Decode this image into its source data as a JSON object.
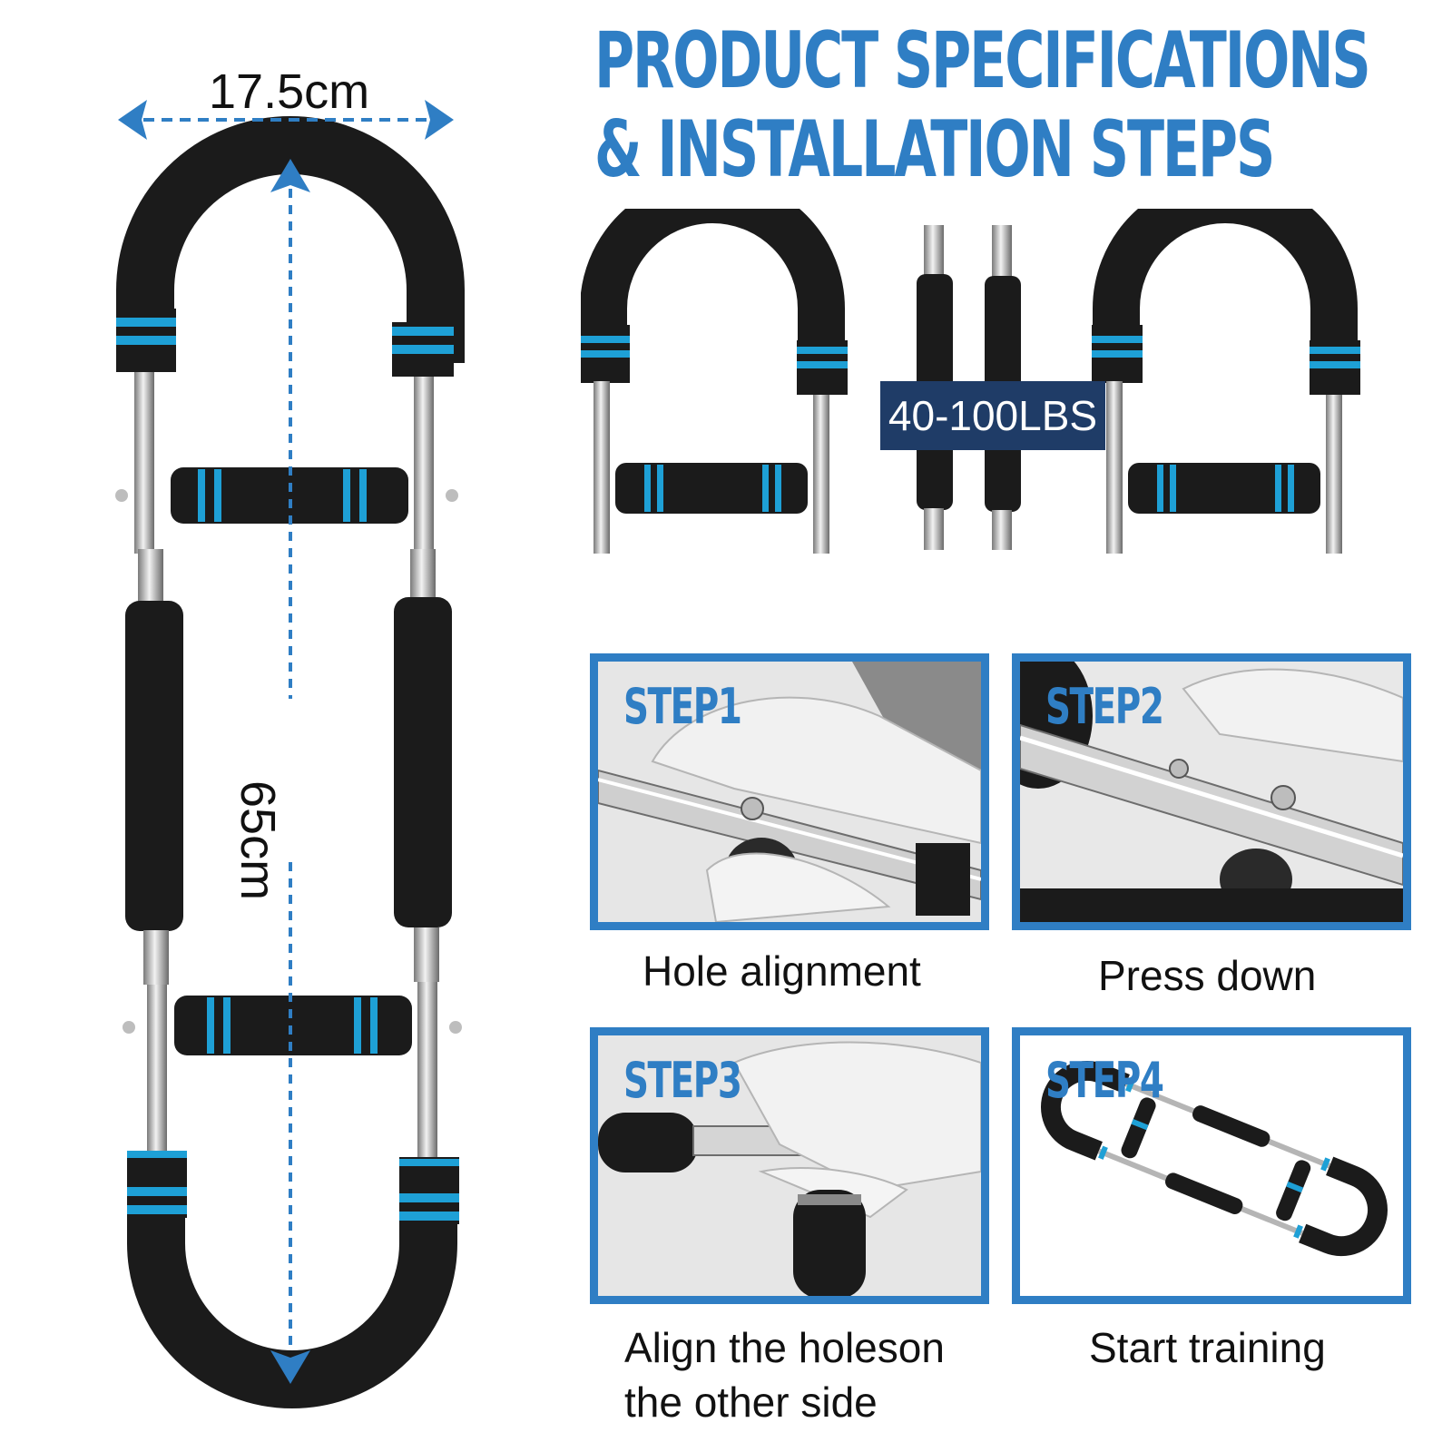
{
  "title": {
    "line1": "PRODUCT SPECIFICATIONS",
    "line2": "& INSTALLATION STEPS"
  },
  "dimensions": {
    "width": "17.5cm",
    "height": "65cm"
  },
  "weight_badge": "40-100LBS",
  "steps": [
    {
      "label": "STEP1",
      "caption": "Hole alignment"
    },
    {
      "label": "STEP2",
      "caption": "Press down"
    },
    {
      "label": "STEP3",
      "caption_line1": "Align the holeson",
      "caption_line2": "the other side"
    },
    {
      "label": "STEP4",
      "caption": "Start training"
    }
  ],
  "colors": {
    "accent": "#2f7ec4",
    "foam": "#1a1a1a",
    "ring": "#1ea0d6",
    "badge": "#1f3c67"
  }
}
